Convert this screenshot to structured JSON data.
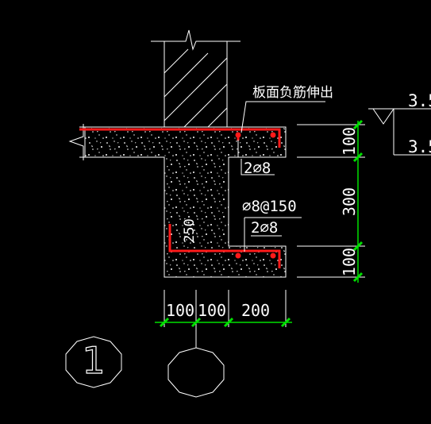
{
  "drawing": {
    "note_top_rebar": "板面负筋伸出",
    "bar_upper_label": "2⌀8",
    "stirrup_label": "⌀8@150",
    "bar_lower_label": "2⌀8",
    "thickness_label": "250",
    "elevation_upper": "3.5",
    "elevation_lower": "3.5",
    "dim_right": [
      "100",
      "300",
      "100"
    ],
    "dim_bottom": [
      "100",
      "100",
      "200"
    ],
    "section_mark": "1"
  },
  "colors": {
    "background": "#000000",
    "line": "#ffffff",
    "rebar": "#ff1a1a",
    "dimension": "#00e000"
  }
}
